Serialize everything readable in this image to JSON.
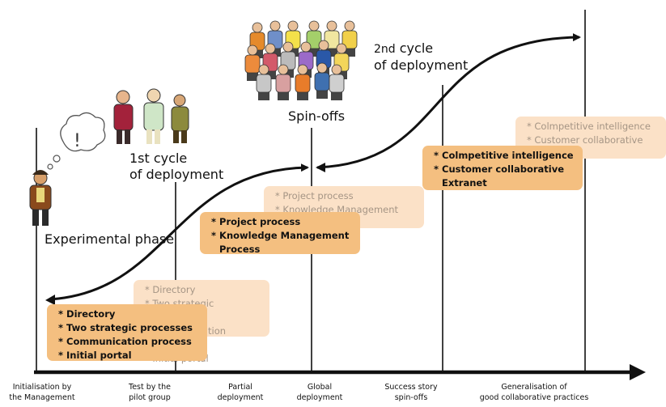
{
  "phases": {
    "experimental": "Experimental phase",
    "first_cycle": "1st cycle\nof deployment",
    "spin_offs": "Spin-offs",
    "second_cycle_ord": "2nd",
    "second_cycle_rest": " cycle\nof deployment"
  },
  "boxes": {
    "directory_solid": [
      "Directory",
      "Two strategic processes",
      "Communication process",
      "Initial portal"
    ],
    "directory_faded": [
      "Directory",
      "Two strategic processes",
      "Communication process",
      "Initial portal"
    ],
    "project_solid": [
      "Project process",
      "Knowledge Management",
      "Process"
    ],
    "project_faded": [
      "Project process",
      "Knowledge Management"
    ],
    "ci_solid": [
      "Colmpetitive intelligence",
      "Customer collaborative",
      "Extranet"
    ],
    "ci_faded": [
      "Colmpetitive intelligence",
      "Customer collaborative"
    ]
  },
  "stages": [
    "Initialisation by\nthe Management",
    "Test by the\npilot group",
    "Partial\ndeployment",
    "Global\ndeployment",
    "Success story\nspin-offs",
    "Generalisation of\ngood collaborative practices"
  ],
  "icons": {
    "thought": "thought-bubble-icon",
    "person": "person-icon",
    "group": "group-of-people-icon",
    "crowd": "crowd-of-people-icon"
  },
  "colors": {
    "box_solid": "#f4bf80",
    "box_faded": "#fbe1c7",
    "line": "#111111"
  }
}
